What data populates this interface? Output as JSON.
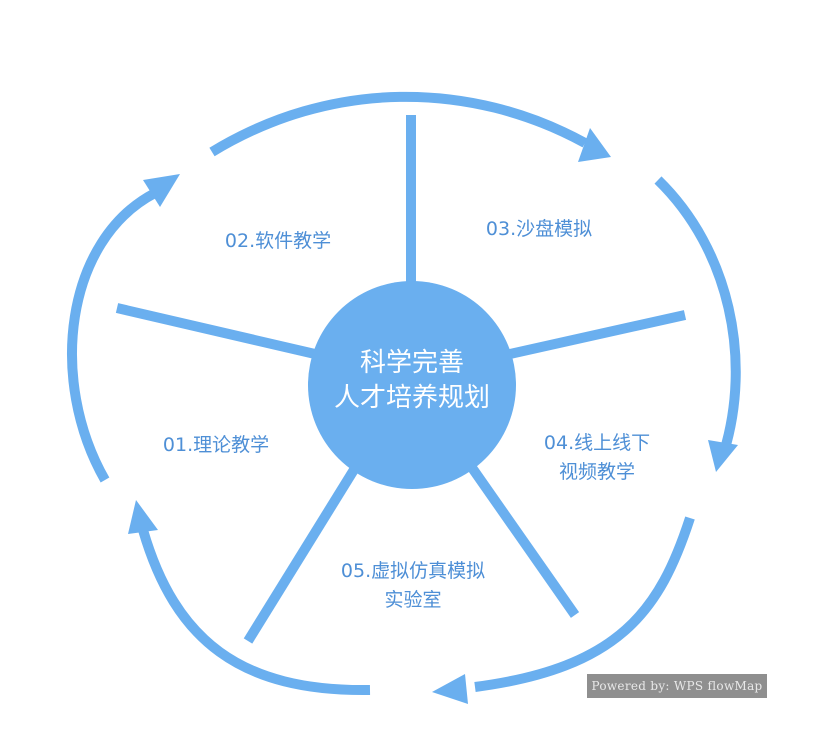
{
  "center": {
    "line1": "科学完善",
    "line2": "人才培养规划"
  },
  "segments": [
    {
      "id": "01",
      "lines": [
        "01.理论教学"
      ]
    },
    {
      "id": "02",
      "lines": [
        "02.软件教学"
      ]
    },
    {
      "id": "03",
      "lines": [
        "03.沙盘模拟"
      ]
    },
    {
      "id": "04",
      "lines": [
        "04.线上线下",
        "视频教学"
      ]
    },
    {
      "id": "05",
      "lines": [
        "05.虚拟仿真模拟",
        "实验室"
      ]
    }
  ],
  "watermark": "Powered by: WPS flowMap",
  "colors": {
    "accent": "#6aafef",
    "label_text": "#4e8fd6",
    "center_text": "#ffffff",
    "watermark_bg": "#8f8f8f"
  }
}
